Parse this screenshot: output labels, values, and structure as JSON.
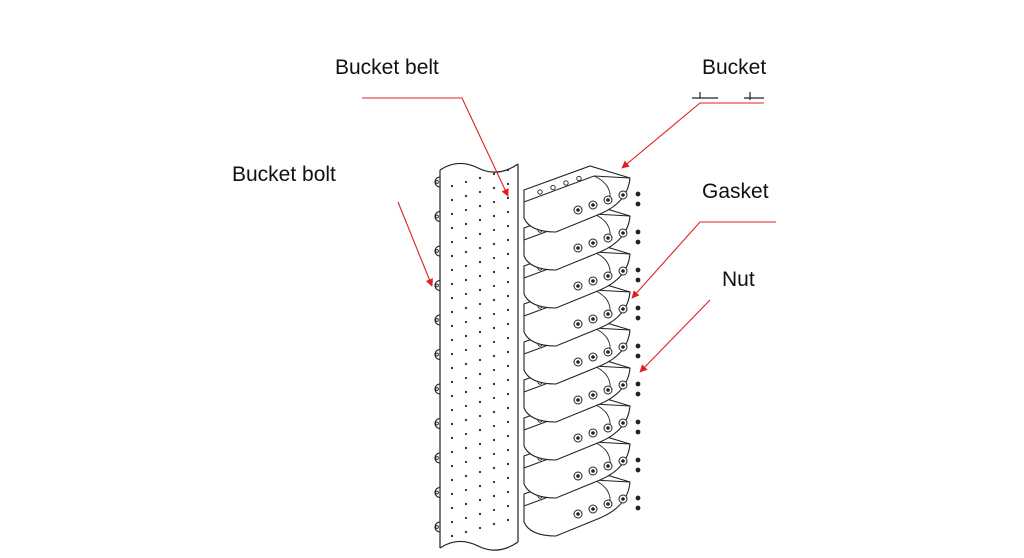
{
  "labels": {
    "bucket_belt": "Bucket belt",
    "bucket": "Bucket",
    "bucket_bolt": "Bucket bolt",
    "gasket": "Gasket",
    "nut": "Nut"
  },
  "colors": {
    "line": "#222222",
    "leader": "#e02020",
    "background": "#ffffff"
  },
  "bucket_count": 9
}
